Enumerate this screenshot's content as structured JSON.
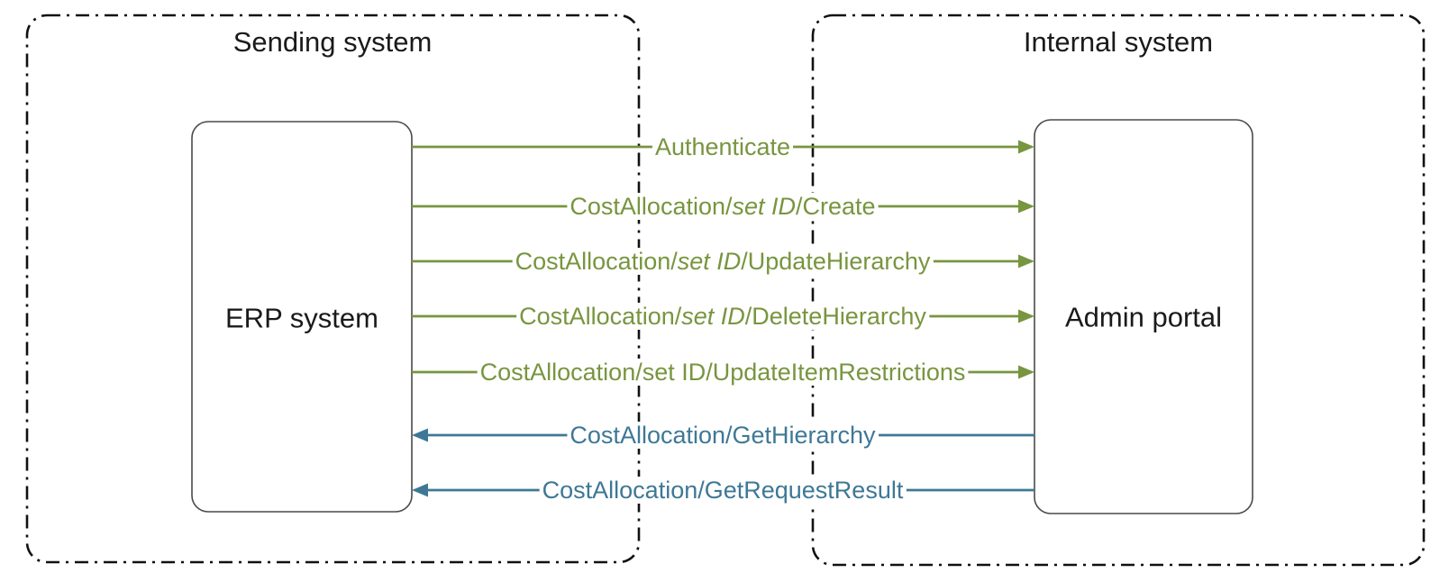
{
  "containers": {
    "sending": {
      "title": "Sending system"
    },
    "internal": {
      "title": "Internal system"
    }
  },
  "nodes": {
    "erp": {
      "label": "ERP system"
    },
    "admin": {
      "label": "Admin portal"
    }
  },
  "colors": {
    "request_green": "#78953F",
    "response_blue": "#3E7896",
    "boundary_black": "#111111",
    "node_border_gray": "#4a4a4a"
  },
  "arrows": [
    {
      "name": "authenticate",
      "direction": "right",
      "type": "request",
      "segments": [
        {
          "text": "Authenticate",
          "style": "normal"
        }
      ]
    },
    {
      "name": "create",
      "direction": "right",
      "type": "request",
      "segments": [
        {
          "text": "CostAllocation/",
          "style": "normal"
        },
        {
          "text": "set ID",
          "style": "italic"
        },
        {
          "text": "/Create",
          "style": "normal"
        }
      ]
    },
    {
      "name": "update-hierarchy",
      "direction": "right",
      "type": "request",
      "segments": [
        {
          "text": "CostAllocation/",
          "style": "normal"
        },
        {
          "text": "set ID",
          "style": "italic"
        },
        {
          "text": "/UpdateHierarchy",
          "style": "normal"
        }
      ]
    },
    {
      "name": "delete-hierarchy",
      "direction": "right",
      "type": "request",
      "segments": [
        {
          "text": "CostAllocation/",
          "style": "normal"
        },
        {
          "text": "set ID",
          "style": "italic"
        },
        {
          "text": "/DeleteHierarchy",
          "style": "normal"
        }
      ]
    },
    {
      "name": "update-item-restrictions",
      "direction": "right",
      "type": "request",
      "segments": [
        {
          "text": "CostAllocation/set ID/UpdateItemRestrictions",
          "style": "normal"
        }
      ]
    },
    {
      "name": "get-hierarchy",
      "direction": "left",
      "type": "response",
      "segments": [
        {
          "text": "CostAllocation/GetHierarchy",
          "style": "normal"
        }
      ]
    },
    {
      "name": "get-request-result",
      "direction": "left",
      "type": "response",
      "segments": [
        {
          "text": "CostAllocation/GetRequestResult",
          "style": "normal"
        }
      ]
    }
  ]
}
